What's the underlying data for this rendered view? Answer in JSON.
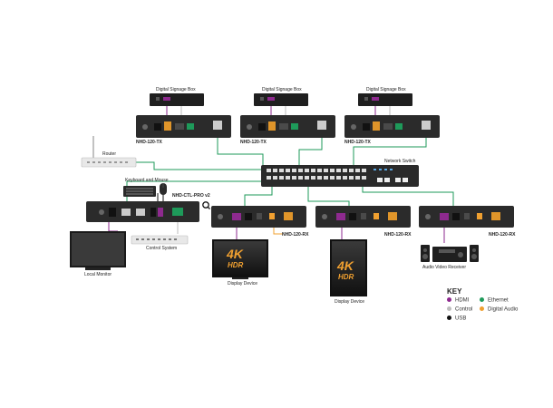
{
  "labels": {
    "signage1": "Digital Signage Box",
    "signage2": "Digital Signage Box",
    "signage3": "Digital Signage Box",
    "tx1": "NHD-120-TX",
    "tx2": "NHD-120-TX",
    "tx3": "NHD-120-TX",
    "router": "Router",
    "network_switch": "Network Switch",
    "keyboard_mouse": "Keyboard and Mouse",
    "ctl": "NHD-CTL-PRO v2",
    "local_monitor": "Local Monitor",
    "control_system": "Control System",
    "rx1": "NHD-120-RX",
    "rx2": "NHD-120-RX",
    "rx3": "NHD-120-RX",
    "display1": "Display Device",
    "display2": "Display Device",
    "avr": "Audio Video Receiver",
    "badge_4k": "4K",
    "badge_hdr": "HDR"
  },
  "key": {
    "title": "KEY",
    "hdmi": "HDMI",
    "ethernet": "Ethernet",
    "control": "Control",
    "digital_audio": "Digital Audio",
    "usb": "USB"
  },
  "colors": {
    "hdmi": "#8e2a8f",
    "ethernet": "#1e9a5a",
    "control": "#bdbdbd",
    "digital_audio": "#f0a030",
    "usb": "#111111",
    "device_body": "#2b2b2b",
    "device_dark": "#1a1a1a"
  },
  "icons": {
    "zoom": "zoom-magnifier-icon",
    "router": "router-icon",
    "switch": "network-switch-icon",
    "keyboard": "keyboard-icon",
    "mouse": "mouse-icon",
    "monitor": "monitor-icon",
    "speaker": "speaker-icon"
  }
}
